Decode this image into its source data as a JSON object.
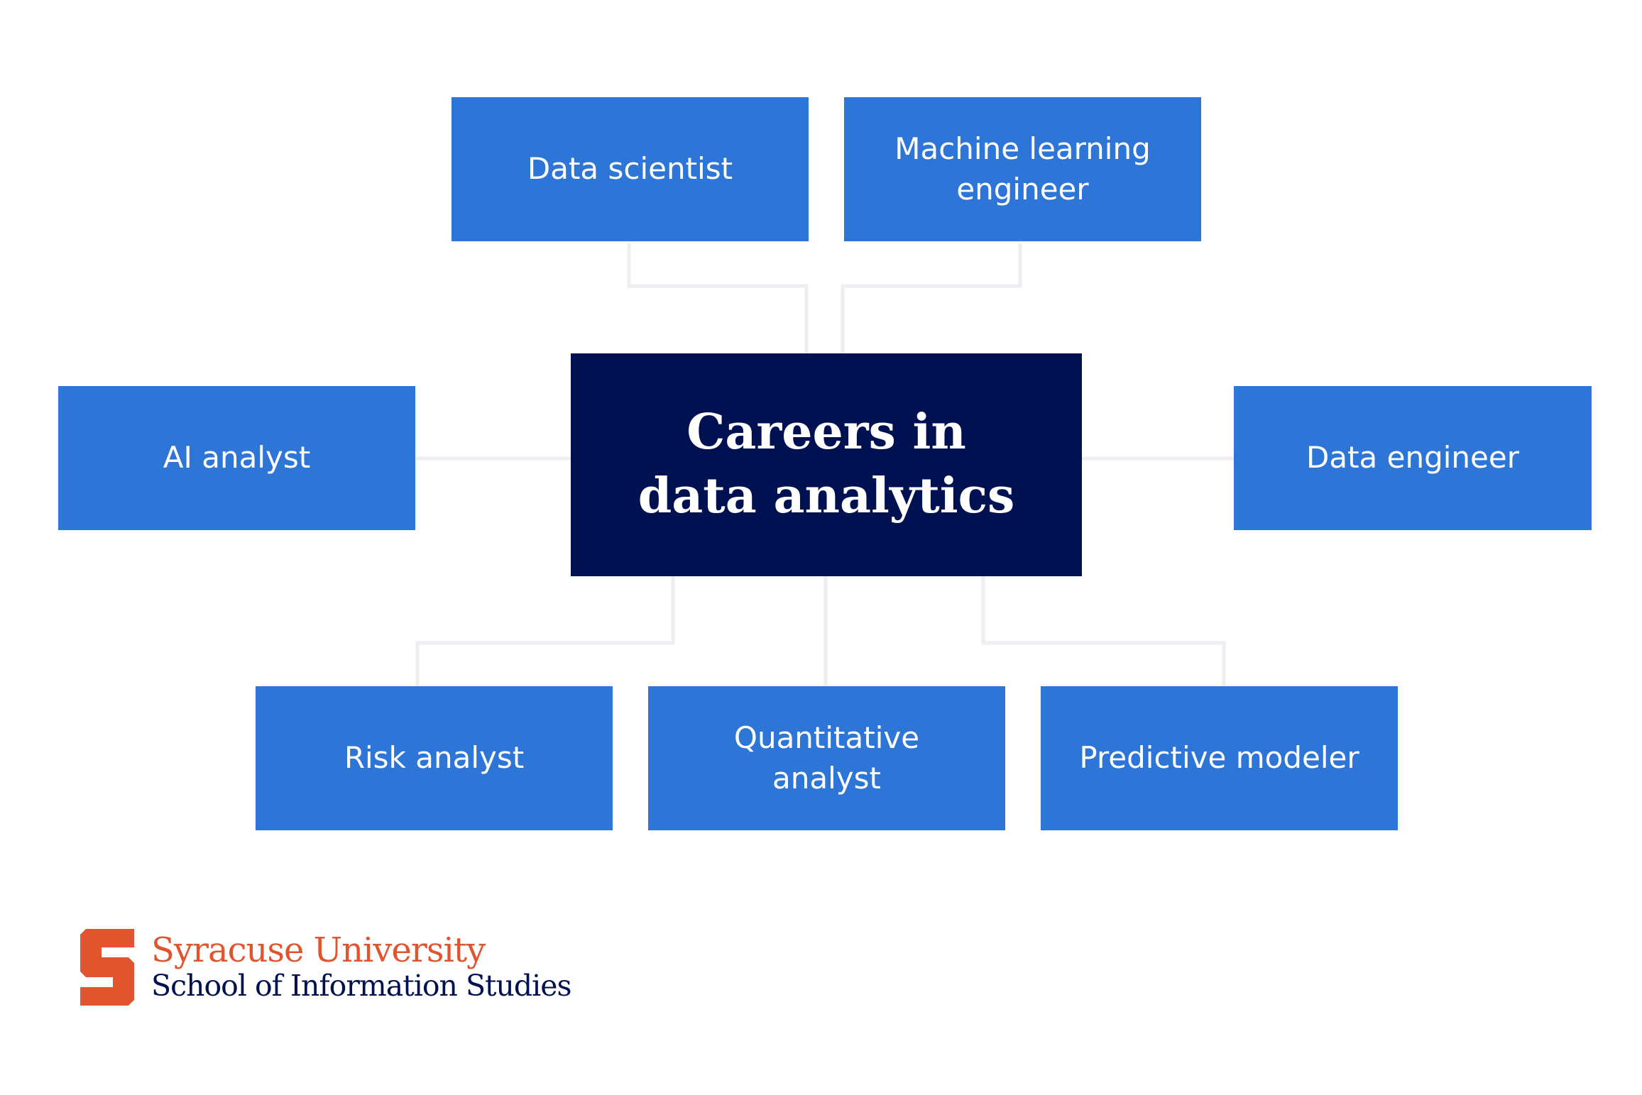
{
  "diagram": {
    "center": {
      "line1": "Careers in",
      "line2": "data analytics"
    },
    "nodes": {
      "data_scientist": "Data scientist",
      "ml_engineer_line1": "Machine learning",
      "ml_engineer_line2": "engineer",
      "ai_analyst": "AI analyst",
      "data_engineer": "Data engineer",
      "risk_analyst": "Risk analyst",
      "quantitative_analyst": "Quantitative analyst",
      "predictive_modeler": "Predictive modeler"
    }
  },
  "branding": {
    "line1": "Syracuse University",
    "line2": "School of Information Studies",
    "logo_icon": "syracuse-s-logo-icon"
  },
  "colors": {
    "node": "#2d75d7",
    "center": "#001152",
    "connector": "#eceef1",
    "brand_orange": "#e0552d",
    "brand_navy": "#001152"
  }
}
